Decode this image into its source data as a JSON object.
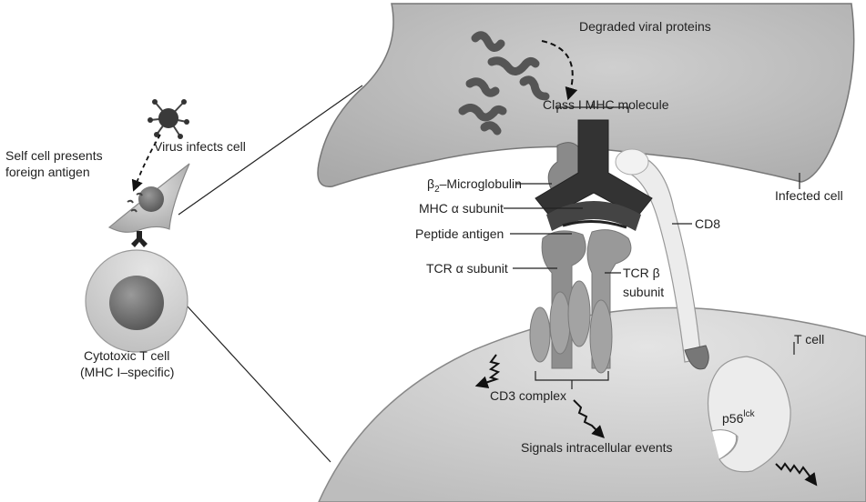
{
  "labels": {
    "degraded": "Degraded viral proteins",
    "class1": "Class I MHC molecule",
    "b2_main": "β",
    "b2_sub": "2",
    "b2_rest": "–Microglobulin",
    "mhc_alpha": "MHC α subunit",
    "peptide": "Peptide antigen",
    "tcr_alpha": "TCR α subunit",
    "tcr_beta_1": "TCR β",
    "tcr_beta_2": "subunit",
    "cd8": "CD8",
    "infected": "Infected cell",
    "tcell": "T cell",
    "cd3": "CD3 complex",
    "signals": "Signals intracellular events",
    "p56_main": "p56",
    "p56_sup": "lck",
    "virus": "Virus infects cell",
    "self_1": "Self cell presents",
    "self_2": "foreign antigen",
    "cyto_1": "Cytotoxic T cell",
    "cyto_2": "(MHC I–specific)"
  },
  "colors": {
    "cell_fill": "#b9b9b9",
    "cell_light": "#dcdcdc",
    "mhc_dark": "#3a3a3a",
    "protein_mid": "#8a8a8a",
    "white": "#f4f4f4"
  }
}
